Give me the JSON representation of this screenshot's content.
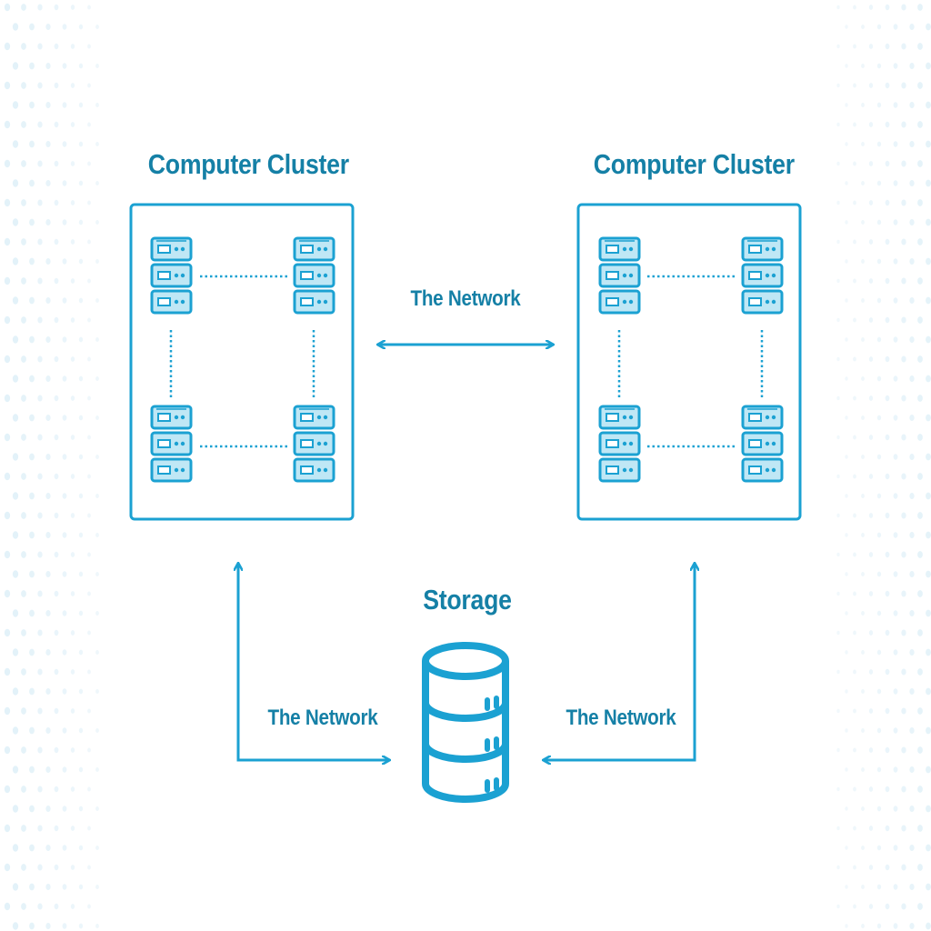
{
  "colors": {
    "primary": "#1ba1d2",
    "label": "#1580a6",
    "server_fill": "#bfe7f5",
    "dots": "#e3f2f9"
  },
  "clusters": [
    {
      "title": "Computer Cluster",
      "icon": "server-rack-icon"
    },
    {
      "title": "Computer Cluster",
      "icon": "server-rack-icon"
    }
  ],
  "network": {
    "top_label": "The Network",
    "bottom_left_label": "The Network",
    "bottom_right_label": "The Network"
  },
  "storage": {
    "title": "Storage",
    "icon": "database-icon"
  }
}
